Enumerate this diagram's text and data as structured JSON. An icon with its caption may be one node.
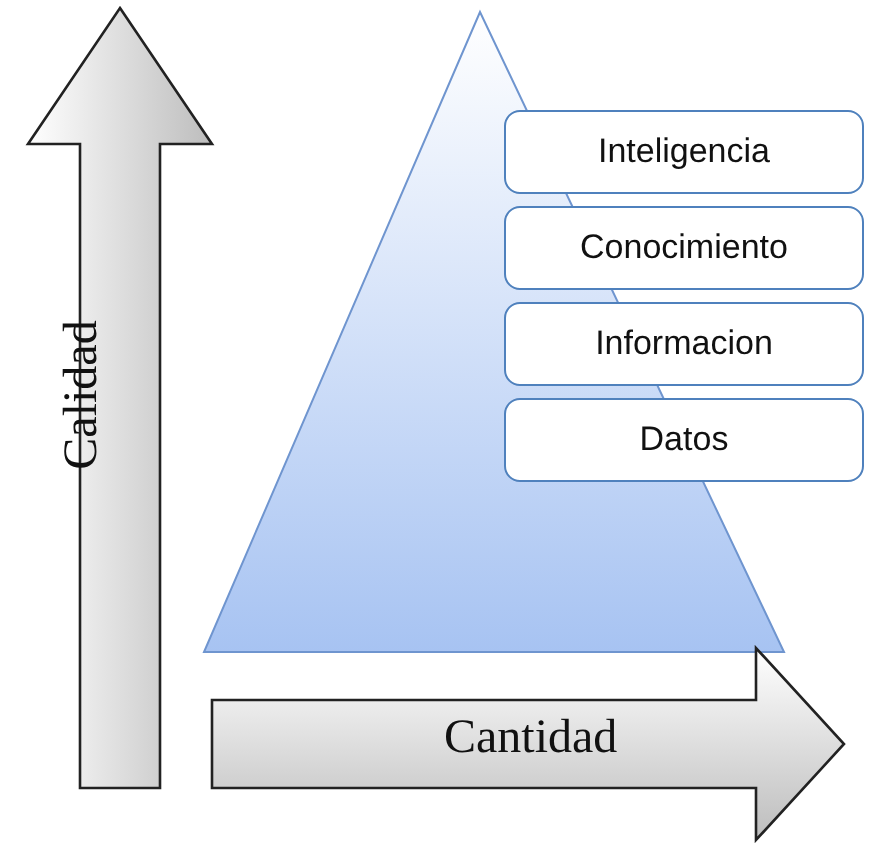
{
  "diagram": {
    "nodes": [
      {
        "text": [
          "Calidad"
        ]
      },
      {
        "text": [
          "Cantidad"
        ]
      },
      {
        "text": [
          "Inteligencia"
        ]
      },
      {
        "text": [
          "Conocimiento"
        ]
      },
      {
        "text": [
          "Informacion"
        ]
      },
      {
        "text": [
          "Datos"
        ]
      }
    ]
  }
}
